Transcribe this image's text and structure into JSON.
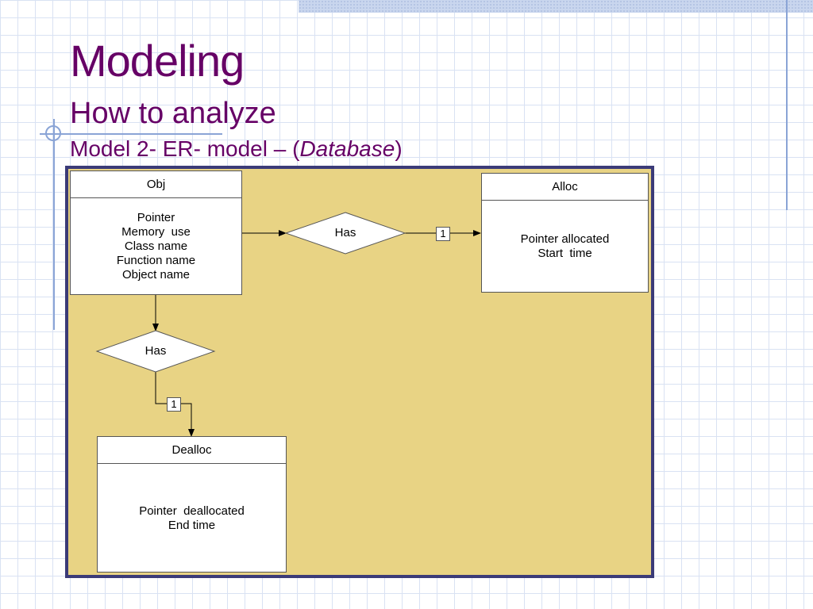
{
  "slide": {
    "title": "Modeling",
    "subtitle": "How to analyze",
    "subsubtitle_prefix": "Model 2- ER- model – (",
    "subsubtitle_italic": "Database",
    "subsubtitle_suffix": ")"
  },
  "diagram": {
    "entities": {
      "obj": {
        "name": "Obj",
        "attributes": [
          "Pointer",
          "Memory  use",
          "Class name",
          "Function name",
          "Object name"
        ]
      },
      "alloc": {
        "name": "Alloc",
        "attributes": [
          "Pointer allocated",
          "Start  time"
        ]
      },
      "dealloc": {
        "name": "Dealloc",
        "attributes": [
          "Pointer  deallocated",
          "End time"
        ]
      }
    },
    "relationships": {
      "obj_alloc": {
        "label": "Has",
        "cardinality": "1"
      },
      "obj_dealloc": {
        "label": "Has",
        "cardinality": "1"
      }
    }
  },
  "colors": {
    "title": "#660066",
    "diagram_background": "#e8d384",
    "diagram_border": "#3b3b78",
    "grid_line": "#d9e2f3",
    "accent_line": "#8aa4d6"
  }
}
